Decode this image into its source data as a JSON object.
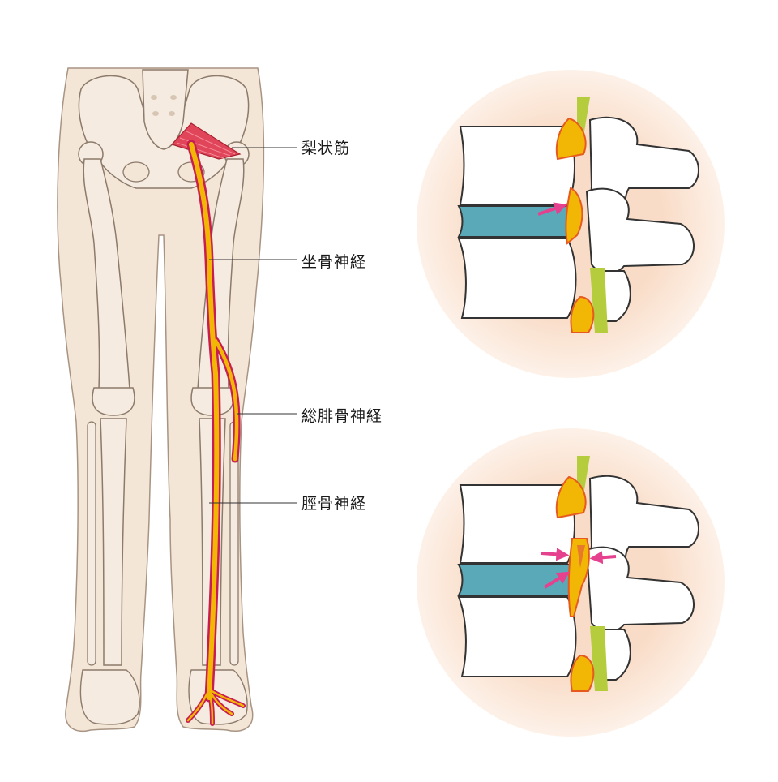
{
  "labels": [
    {
      "id": "piriformis",
      "text": "梨状筋"
    },
    {
      "id": "sciatic-nerve",
      "text": "坐骨神経"
    },
    {
      "id": "common-peroneal-nerve",
      "text": "総腓骨神経"
    },
    {
      "id": "tibial-nerve",
      "text": "脛骨神経"
    }
  ],
  "colors": {
    "skin": "#f4e6d6",
    "skin_outline": "#a89483",
    "bone": "#f5ebe0",
    "bone_outline": "#8c7a6b",
    "muscle": "#e0455a",
    "nerve_fill": "#f2b705",
    "nerve_outline": "#c81d52",
    "disc": "#5aa9b8",
    "circle_bg": "#fbe3d2",
    "arrow": "#e5418f",
    "spinal_nerve_green": "#b5cc3c"
  },
  "icons": [
    "leg-skeleton-illustration",
    "spine-closeup-normal",
    "spine-closeup-compressed",
    "pressure-arrow-icon"
  ]
}
